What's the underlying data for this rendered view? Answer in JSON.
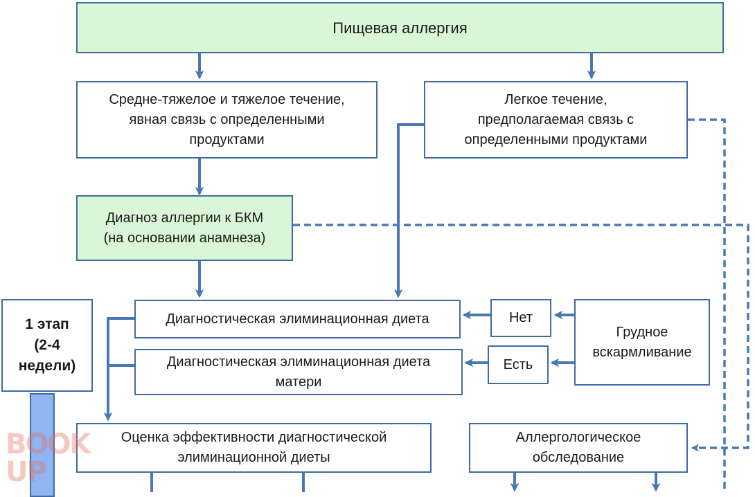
{
  "nodes": {
    "food_allergy": "Пищевая аллергия",
    "severe_course": "Средне-тяжелое и тяжелое течение,\nявная связь с определенными\nпродуктами",
    "mild_course": "Легкое течение,\nпредполагаемая связь с\nопределенными продуктами",
    "cma_diagnosis": "Диагноз аллергии к БКМ\n(на основании анамнеза)",
    "elimination_diet": "Диагностическая элиминационная диета",
    "maternal_diet": "Диагностическая элиминационная диета\nматери",
    "no": "Нет",
    "yes": "Есть",
    "breastfeeding": "Грудное\nвскармливание",
    "stage": "1 этап\n(2-4\nнедели)",
    "evaluation": "Оценка эффективности диагностической\nэлиминационной диеты",
    "allergy_exam": "Аллергологическое\nобследование"
  },
  "watermark": "BOOK UP",
  "colors": {
    "border": "#3f6aa4",
    "connector": "#4a78b4",
    "highlight_fill": "#d9f7d6",
    "stage_bar": "#8fb4f2"
  }
}
